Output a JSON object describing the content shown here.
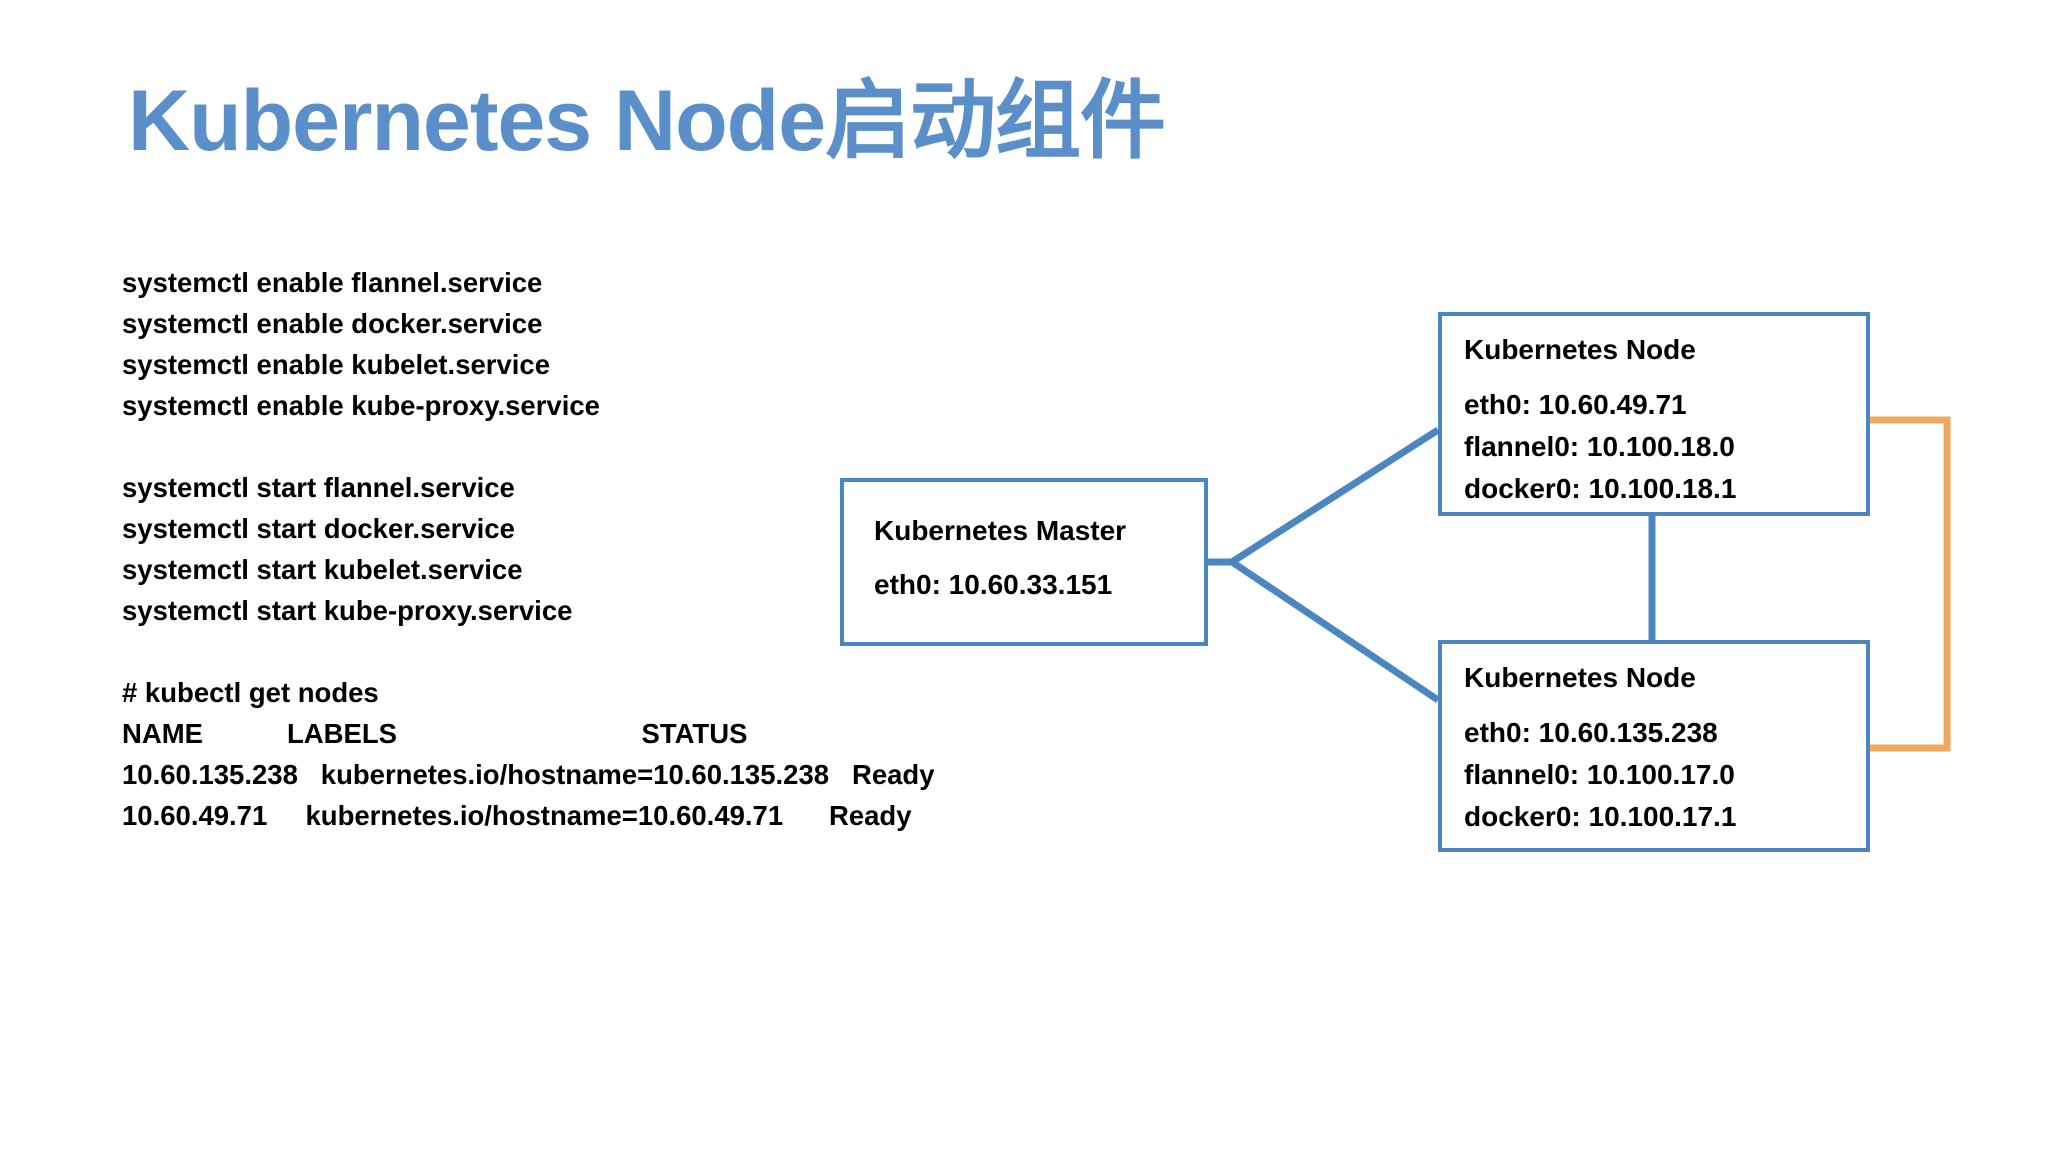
{
  "slide": {
    "title": "Kubernetes Node启动组件",
    "title_color": "#5b8fc9",
    "background": "#ffffff"
  },
  "commands": {
    "enable": [
      "systemctl enable flannel.service",
      "systemctl enable docker.service",
      "systemctl enable kubelet.service",
      "systemctl enable kube-proxy.service"
    ],
    "start": [
      "systemctl start flannel.service",
      "systemctl start docker.service",
      "systemctl start kubelet.service",
      "systemctl start kube-proxy.service"
    ]
  },
  "kubectl": {
    "prompt": "# kubectl get nodes",
    "header": "NAME           LABELS                                STATUS",
    "rows": [
      "10.60.135.238   kubernetes.io/hostname=10.60.135.238   Ready",
      "10.60.49.71     kubernetes.io/hostname=10.60.49.71      Ready"
    ],
    "columns": [
      "NAME",
      "LABELS",
      "STATUS"
    ],
    "node_rows": [
      {
        "name": "10.60.135.238",
        "labels": "kubernetes.io/hostname=10.60.135.238",
        "status": "Ready"
      },
      {
        "name": "10.60.49.71",
        "labels": "kubernetes.io/hostname=10.60.49.71",
        "status": "Ready"
      }
    ]
  },
  "diagram": {
    "box_border_color": "#4b86c2",
    "link_color": "#4b86c2",
    "bracket_color": "#f0a860",
    "master": {
      "title": "Kubernetes Master",
      "eth0": "eth0: 10.60.33.151"
    },
    "node_top": {
      "title": "Kubernetes Node",
      "eth0": "eth0: 10.60.49.71",
      "flannel0": "flannel0: 10.100.18.0",
      "docker0": "docker0: 10.100.18.1"
    },
    "node_bottom": {
      "title": "Kubernetes Node",
      "eth0": "eth0: 10.60.135.238",
      "flannel0": "flannel0: 10.100.17.0",
      "docker0": "docker0: 10.100.17.1"
    }
  }
}
